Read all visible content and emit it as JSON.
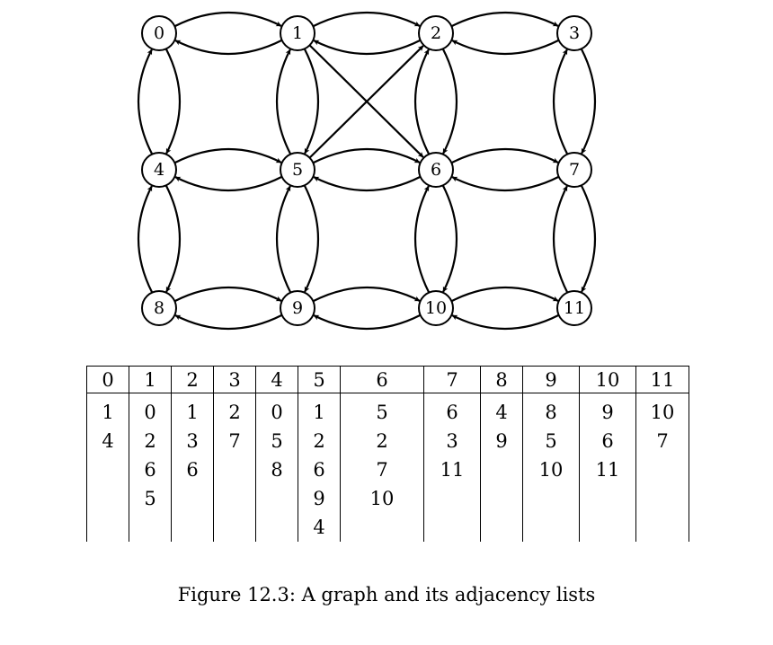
{
  "graph": {
    "nodes": [
      {
        "id": 0,
        "label": "0",
        "row": 0,
        "col": 0
      },
      {
        "id": 1,
        "label": "1",
        "row": 0,
        "col": 1
      },
      {
        "id": 2,
        "label": "2",
        "row": 0,
        "col": 2
      },
      {
        "id": 3,
        "label": "3",
        "row": 0,
        "col": 3
      },
      {
        "id": 4,
        "label": "4",
        "row": 1,
        "col": 0
      },
      {
        "id": 5,
        "label": "5",
        "row": 1,
        "col": 1
      },
      {
        "id": 6,
        "label": "6",
        "row": 1,
        "col": 2
      },
      {
        "id": 7,
        "label": "7",
        "row": 1,
        "col": 3
      },
      {
        "id": 8,
        "label": "8",
        "row": 2,
        "col": 0
      },
      {
        "id": 9,
        "label": "9",
        "row": 2,
        "col": 1
      },
      {
        "id": 10,
        "label": "10",
        "row": 2,
        "col": 2
      },
      {
        "id": 11,
        "label": "11",
        "row": 2,
        "col": 3
      }
    ]
  },
  "table": {
    "columns": [
      {
        "head": "0",
        "items": [
          "1",
          "4"
        ]
      },
      {
        "head": "1",
        "items": [
          "0",
          "2",
          "6",
          "5"
        ]
      },
      {
        "head": "2",
        "items": [
          "1",
          "3",
          "6"
        ]
      },
      {
        "head": "3",
        "items": [
          "2",
          "7"
        ]
      },
      {
        "head": "4",
        "items": [
          "0",
          "5",
          "8"
        ]
      },
      {
        "head": "5",
        "items": [
          "1",
          "2",
          "6",
          "9",
          "4"
        ]
      },
      {
        "head": "6",
        "items": [
          "5",
          "2",
          "7",
          "10"
        ]
      },
      {
        "head": "7",
        "items": [
          "6",
          "3",
          "11"
        ]
      },
      {
        "head": "8",
        "items": [
          "4",
          "9"
        ]
      },
      {
        "head": "9",
        "items": [
          "8",
          "5",
          "10"
        ]
      },
      {
        "head": "10",
        "items": [
          "9",
          "6",
          "11"
        ]
      },
      {
        "head": "11",
        "items": [
          "10",
          "7"
        ]
      }
    ]
  },
  "caption": "Figure 12.3: A graph and its adjacency lists"
}
